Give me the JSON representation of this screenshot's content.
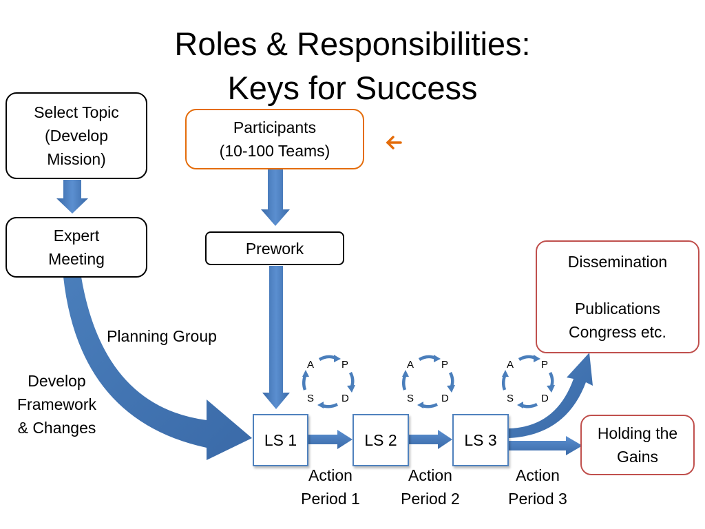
{
  "title": {
    "line1": "Roles & Responsibilities:",
    "line2": "Keys for Success"
  },
  "boxes": {
    "select_topic": {
      "line1": "Select Topic",
      "line2": "(Develop",
      "line3": "Mission)"
    },
    "participants": {
      "line1": "Participants",
      "line2": "(10-100 Teams)"
    },
    "expert_meeting": {
      "line1": "Expert",
      "line2": "Meeting"
    },
    "prework": {
      "label": "Prework"
    },
    "dissemination": {
      "line1": "Dissemination",
      "line2": "Publications",
      "line3": "Congress etc."
    },
    "holding": {
      "line1": "Holding the",
      "line2": "Gains"
    }
  },
  "labels": {
    "planning_group": "Planning Group",
    "develop": {
      "line1": "Develop",
      "line2": "Framework",
      "line3": "& Changes"
    }
  },
  "sessions": [
    {
      "label": "LS 1",
      "period_line1": "Action",
      "period_line2": "Period 1"
    },
    {
      "label": "LS 2",
      "period_line1": "Action",
      "period_line2": "Period 2"
    },
    {
      "label": "LS 3",
      "period_line1": "Action",
      "period_line2": "Period 3"
    }
  ],
  "pdsa": {
    "a": "A",
    "p": "P",
    "s": "S",
    "d": "D"
  },
  "pointer_icon": "left-arrow-icon",
  "colors": {
    "arrow_blue": "#4a7ebb",
    "orange": "#e46c0a",
    "red": "#c0504d",
    "ls_border": "#4f81bd"
  }
}
